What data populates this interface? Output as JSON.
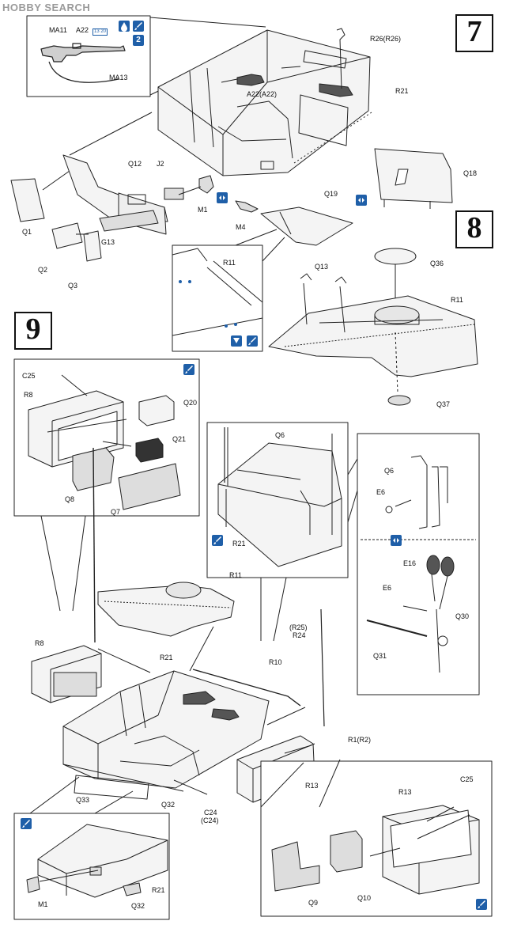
{
  "watermark": "HOBBY SEARCH",
  "steps": {
    "s7": "7",
    "s8": "8",
    "s9": "9"
  },
  "icon_num": "2",
  "badge": "13 20",
  "labels": {
    "ma11": "MA11",
    "a22_top": "A22",
    "ma13": "MA13",
    "r26": "R26(R26)",
    "a22_a22": "A22(A22)",
    "r21_top": "R21",
    "q12": "Q12",
    "j2": "J2",
    "q1": "Q1",
    "g13": "G13",
    "q2": "Q2",
    "q3": "Q3",
    "m1_top": "M1",
    "m4": "M4",
    "q19": "Q19",
    "q18": "Q18",
    "r11_detail": "R11",
    "q13": "Q13",
    "q36": "Q36",
    "r11_s8": "R11",
    "q37": "Q37",
    "c25_left": "C25",
    "r8_detail": "R8",
    "q20": "Q20",
    "q21": "Q21",
    "q8": "Q8",
    "q7": "Q7",
    "q6_mid": "Q6",
    "r21_mid": "R21",
    "q6_right": "Q6",
    "e6_right1": "E6",
    "e16": "E16",
    "e6_right2": "E6",
    "q30": "Q30",
    "q31": "Q31",
    "r11_main": "R11",
    "r8_main": "R8",
    "r21_main": "R21",
    "r10": "R10",
    "r25": "(R25)",
    "r24": "R24",
    "r1r2": "R1(R2)",
    "r13_main": "R13",
    "q33": "Q33",
    "q32_main": "Q32",
    "c24": "C24",
    "c24b": "(C24)",
    "r13_detail": "R13",
    "c25_right": "C25",
    "q9": "Q9",
    "q10": "Q10",
    "m1_bottom": "M1",
    "r21_bottom": "R21",
    "q32_bottom": "Q32"
  },
  "icons": {
    "paint": "paint-brush-icon",
    "cement": "cement-drop-icon",
    "symmetric": "symmetric-parts-icon"
  }
}
